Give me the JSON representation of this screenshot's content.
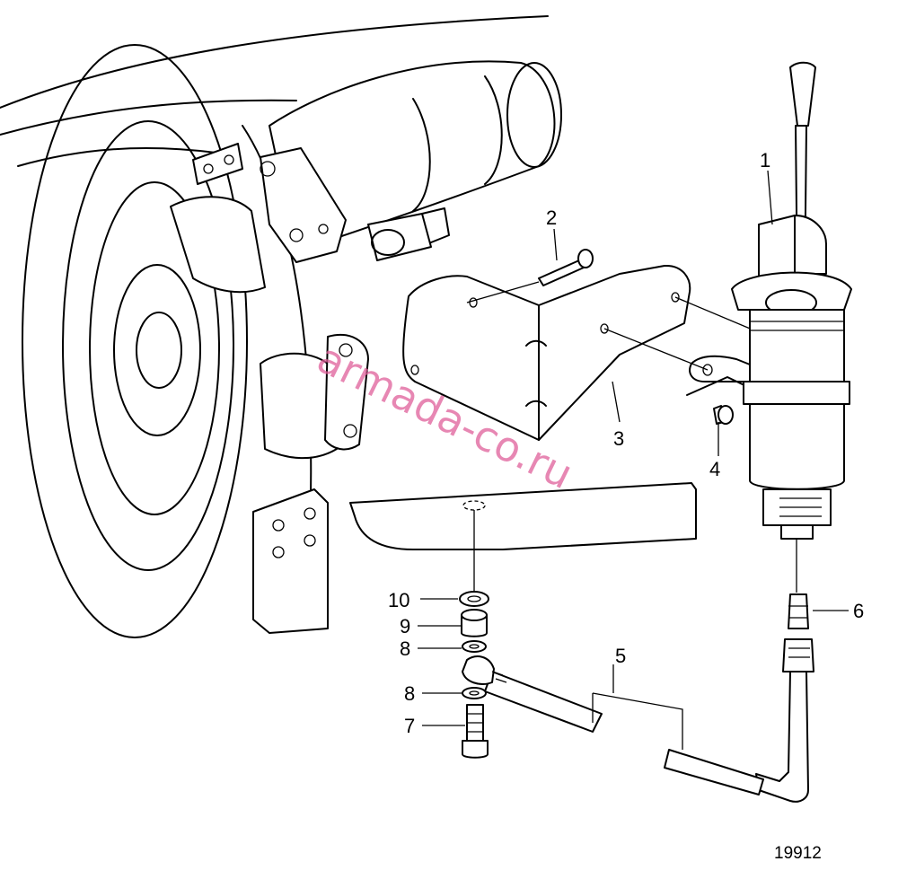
{
  "callouts": [
    {
      "id": "1",
      "label": "1"
    },
    {
      "id": "2",
      "label": "2"
    },
    {
      "id": "3",
      "label": "3"
    },
    {
      "id": "4",
      "label": "4"
    },
    {
      "id": "5",
      "label": "5"
    },
    {
      "id": "6",
      "label": "6"
    },
    {
      "id": "7",
      "label": "7"
    },
    {
      "id": "8a",
      "label": "8"
    },
    {
      "id": "8b",
      "label": "8"
    },
    {
      "id": "9",
      "label": "9"
    },
    {
      "id": "10",
      "label": "10"
    }
  ],
  "figure_number": "19912",
  "watermark": "armada-co.ru"
}
